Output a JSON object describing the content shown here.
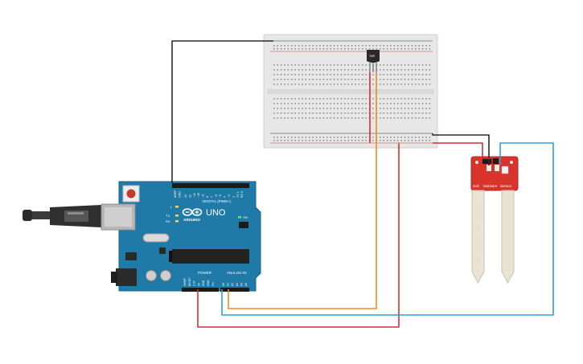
{
  "arduino": {
    "brand": "ARDUINO",
    "model": "UNO",
    "digital_header": "DIGITAL (PWM~)",
    "power_header": "POWER",
    "analog_header": "ANALOG IN",
    "aref": "AREF",
    "gnd": "GND",
    "digital_pins": [
      "13",
      "12",
      "~11",
      "~10",
      "~9",
      "8",
      "7",
      "~6",
      "~5",
      "4",
      "~3",
      "2",
      "TX 1",
      "RX 0"
    ],
    "power_pins": [
      "IOREF",
      "RESET",
      "3.3V",
      "5V",
      "GND",
      "GND",
      "Vin"
    ],
    "analog_pins": [
      "A0",
      "A1",
      "A2",
      "A3",
      "A4",
      "A5"
    ],
    "leds": [
      "L",
      "TX",
      "RX"
    ],
    "on_label": "ON"
  },
  "sensor_chip": {
    "label": "TMP"
  },
  "soil_sensor": {
    "labels": [
      "Soil",
      "Moisture",
      "Sensor"
    ]
  },
  "wire_colors": {
    "black": "#2b2b2b",
    "red": "#d1322e",
    "orange": "#f08c1e",
    "blue": "#2e9fd6"
  },
  "board_colors": {
    "arduino": "#1f7aa8",
    "breadboard": "#e6e6e6",
    "sensor_pcb": "#d8342c",
    "probe": "#e8e2d2"
  }
}
